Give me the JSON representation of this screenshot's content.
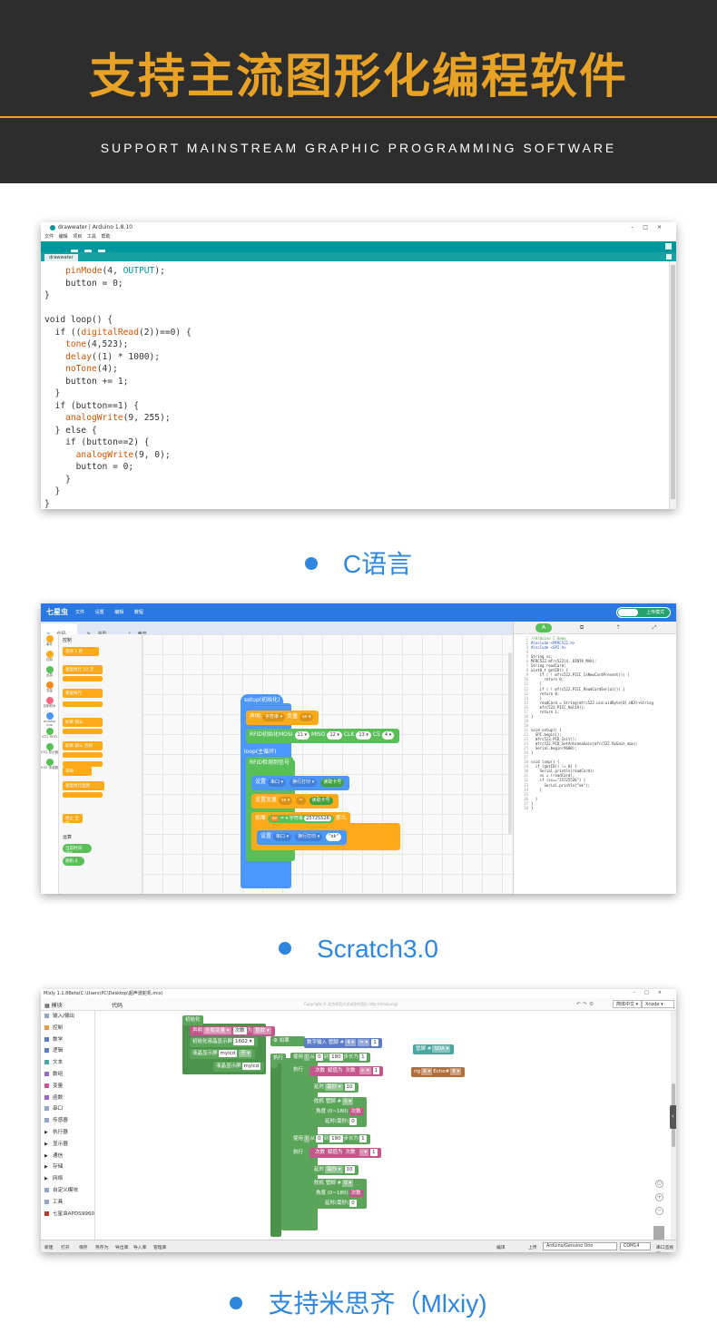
{
  "header": {
    "title": "支持主流图形化编程软件",
    "subtitle": "SUPPORT MAINSTREAM GRAPHIC PROGRAMMING SOFTWARE"
  },
  "colors": {
    "header_bg": "#2d2d2d",
    "accent_gold": "#e8a226",
    "caption_blue": "#2e86de",
    "arduino_teal": "#00979c",
    "scratch_blue": "#2b78e4"
  },
  "arduino": {
    "window_title": "drawwater | Arduino 1.8.10",
    "window_controls": [
      "–",
      "□",
      "×"
    ],
    "menu": [
      "文件",
      "编辑",
      "项目",
      "工具",
      "帮助"
    ],
    "toolbar_icons": [
      "verify-icon",
      "upload-icon",
      "new-icon",
      "open-icon",
      "save-icon"
    ],
    "tab": "drawwater",
    "code_lines": [
      "    pinMode(4, OUTPUT);",
      "    button = 0;",
      "}",
      "",
      "void loop() {",
      "  if ((digitalRead(2))==0) {",
      "    tone(4,523);",
      "    delay((1) * 1000);",
      "    noTone(4);",
      "    button += 1;",
      "  }",
      "  if (button==1) {",
      "    analogWrite(9, 255);",
      "  } else {",
      "    if (button==2) {",
      "      analogWrite(9, 0);",
      "      button = 0;",
      "    }",
      "  }",
      "}"
    ],
    "caption": "C语言"
  },
  "scratch": {
    "logo": "七星虫",
    "menu": [
      "文件",
      "设置",
      "编辑",
      "教程"
    ],
    "upload_toggle": "上传模式",
    "tabs": [
      "代码",
      "造型",
      "声音"
    ],
    "categories": [
      {
        "label": "事件",
        "color": "#ffab19"
      },
      {
        "label": "控制",
        "color": "#ffab19"
      },
      {
        "label": "运算",
        "color": "#59c059"
      },
      {
        "label": "变量",
        "color": "#ff8c1a"
      },
      {
        "label": "自制积木",
        "color": "#ff6680"
      },
      {
        "label": "Arduino Uno",
        "color": "#4c97ff"
      },
      {
        "label": "IO口 RFID",
        "color": "#59c059"
      },
      {
        "label": "IO口 显示器",
        "color": "#59c059"
      },
      {
        "label": "IO口 传感器",
        "color": "#59c059"
      }
    ],
    "palette": {
      "section1": "控制",
      "blocks": [
        "等待 1 秒",
        "重复执行 10 次",
        "重复执行",
        "如果 那么",
        "如果 那么 否则",
        "等待",
        "重复执行直到",
        "停止 全部"
      ],
      "section2": "运算",
      "blocks2": [
        "当前时间 abc",
        "随机 4"
      ]
    },
    "blocks": {
      "setup": "setup(初始化)",
      "declare": "声明 字符串 变量 ss",
      "declare_parts": {
        "a": "声明",
        "b": "字符串 ▾",
        "c": "变量",
        "d": "ss ▾"
      },
      "rfid_init": {
        "label": "RFID初始化MOSI",
        "mosi": "11 ▾",
        "miso_label": "MISO",
        "miso": "12 ▾",
        "clk_label": "CLK",
        "clk": "13 ▾",
        "cs_label": "CS",
        "cs": "4 ▾"
      },
      "loop": "loop(主循环)",
      "rfid_detect": "RFID检测到信号",
      "serial_print": {
        "a": "设置",
        "b": "串口 ▾",
        "c": "换行打印 ▾",
        "d": "读取卡号"
      },
      "set_var": {
        "a": "设置变量",
        "b": "ss ▾",
        "c": "=",
        "d": "读取卡号"
      },
      "if_block": {
        "a": "如果",
        "b": "ss",
        "c": "= ▾",
        "d": "字符串",
        "e": "25725526",
        "f": "那么"
      },
      "print_ok": {
        "a": "设置",
        "b": "串口 ▾",
        "c": "换行打印 ▾",
        "d": "\"ok\""
      }
    },
    "code_lines": [
      "//Arduino C demo",
      "#include <MFRC522.h>",
      "#include <SPI.h>",
      "",
      "String ss;",
      "MFRC522 mfrc522(4, UINT8_MAX);",
      "String readCard;",
      "uint8_t getID() {",
      "    if ( ! mfrc522.PICC_IsNewCardPresent()) {",
      "      return 0;",
      "    }",
      "    if ( ! mfrc522.PICC_ReadCardSerial()) {",
      "    return 0;",
      "    }",
      "    readCard = String(mfrc522.uid.uidByte[0],HEX)+String",
      "    mfrc522.PICC_HaltA();",
      "    return 1;",
      "}",
      "",
      "",
      "void setup() {",
      "  SPI.begin();",
      "  mfrc522.PCD_Init();",
      "  mfrc522.PCD_SetAntennaGain(mfrc522.RxGain_max);",
      "  Serial.begin(9600);",
      "}",
      "",
      "void loop() {",
      "  if (getID() != 0) {",
      "    Serial.println(readCard);",
      "    ss = (readCard);",
      "    if (ss==\"25725526\") {",
      "      Serial.println(\"ok\");",
      "    }",
      "",
      "  }",
      "}",
      "}"
    ],
    "caption": "Scratch3.0"
  },
  "mixly": {
    "window_title": "Mixly 1.1.8Beta(C:\\Users\\PC\\Desktop\\超声波舵机.mix)",
    "window_controls": [
      "–",
      "□",
      "×"
    ],
    "modules_label": "模块",
    "code_tab": "代码",
    "copyright": "Copyright © 北京师范大学米思齐团队 http://mixly.org/",
    "lang_select": "简体中文 ▾",
    "theme_select": "Xcode ▾",
    "sidebar": [
      {
        "label": "输入/输出",
        "color": "#8fa6c9",
        "arrow": false
      },
      {
        "label": "控制",
        "color": "#e69a4a",
        "arrow": false
      },
      {
        "label": "数学",
        "color": "#5b7cc7",
        "arrow": false
      },
      {
        "label": "逻辑",
        "color": "#5b7cc7",
        "arrow": false
      },
      {
        "label": "文本",
        "color": "#4aa6a0",
        "arrow": false
      },
      {
        "label": "数组",
        "color": "#9966cc",
        "arrow": false
      },
      {
        "label": "变量",
        "color": "#c5568c",
        "arrow": false
      },
      {
        "label": "函数",
        "color": "#9966cc",
        "arrow": false
      },
      {
        "label": "串口",
        "color": "#8fa6c9",
        "arrow": false
      },
      {
        "label": "传感器",
        "color": "#8fa6c9",
        "arrow": false
      },
      {
        "label": "执行器",
        "color": "",
        "arrow": true
      },
      {
        "label": "显示器",
        "color": "",
        "arrow": true
      },
      {
        "label": "通信",
        "color": "",
        "arrow": true
      },
      {
        "label": "存储",
        "color": "",
        "arrow": true
      },
      {
        "label": "网络",
        "color": "",
        "arrow": true
      },
      {
        "label": "自定义模块",
        "color": "#8fa6c9",
        "arrow": false
      },
      {
        "label": "工具",
        "color": "#8fa6c9",
        "arrow": false
      },
      {
        "label": "七星虫APDS9960",
        "color": "#c0392b",
        "arrow": false
      }
    ],
    "blocks": {
      "init": "初始化",
      "declare": {
        "a": "声明",
        "b": "全局变量 ▾",
        "c": "次数",
        "d": "为",
        "e": "整数 ▾"
      },
      "lcd_init": {
        "a": "初始化",
        "b": "液晶显示屏",
        "c": "1602 ▾"
      },
      "lcd_addr": {
        "a": "液晶显示屏",
        "b": "mylcd",
        "c": "开 ▾"
      },
      "lcd_name": {
        "a": "液晶显示屏",
        "b": "mylcd"
      },
      "if": "如果",
      "digital_in": {
        "a": "数字输入 管脚 #",
        "b": "4 ▾",
        "c": "= ▾",
        "d": "1"
      },
      "pin_sda": {
        "a": "管脚 #",
        "b": "SDA ▾"
      },
      "exec": "执行",
      "for1": {
        "a": "使用",
        "b": "i",
        "c": "从",
        "d": "0",
        "e": "到",
        "f": "180",
        "g": "步长为",
        "h": "1"
      },
      "assign1": {
        "a": "次数",
        "b": "赋值为",
        "c": "次数",
        "d": "+ ▾",
        "e": "1"
      },
      "ultra": {
        "a": "rig",
        "b": "6 ▾",
        "c": "Echo#",
        "d": "8 ▾"
      },
      "delay1": {
        "a": "延时",
        "b": "毫秒 ▾",
        "c": "10"
      },
      "servo1": {
        "a": "舵机 管脚 #",
        "b": "0 ▾",
        "c": "角度 (0~180)",
        "d": "次数",
        "e": "延时(毫秒)",
        "f": "0"
      },
      "for2": {
        "a": "使用",
        "b": "i",
        "c": "从",
        "d": "0",
        "e": "到",
        "f": "180",
        "g": "步长为",
        "h": "1"
      },
      "assign2": {
        "a": "次数",
        "b": "赋值为",
        "c": "次数",
        "d": "- ▾",
        "e": "1"
      },
      "delay2": {
        "a": "延时",
        "b": "毫秒 ▾",
        "c": "10"
      },
      "servo2": {
        "a": "舵机 管脚 #",
        "b": "0 ▾",
        "c": "角度 (0~180)",
        "d": "次数",
        "e": "延时(毫秒)",
        "f": "0"
      }
    },
    "footer": {
      "buttons": [
        "新建",
        "打开",
        "保存",
        "另存为",
        "导出库",
        "导入库",
        "管理库"
      ],
      "compile": "编译",
      "upload": "上传",
      "board": "Arduino/Genuino Uno",
      "port": "COM14",
      "serial_monitor": "串口监视器"
    },
    "caption": "支持米思齐（Mlxiy)"
  }
}
